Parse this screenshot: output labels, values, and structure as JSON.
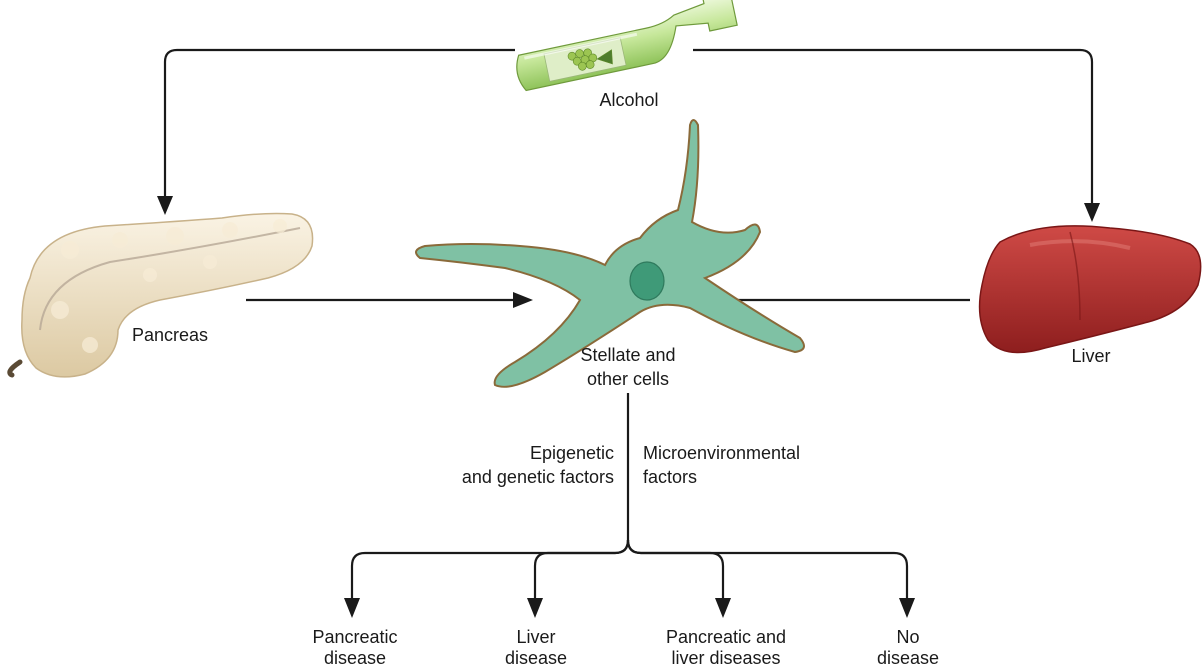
{
  "nodes": {
    "alcohol": {
      "label": "Alcohol",
      "icon": "wine-bottle-icon"
    },
    "pancreas": {
      "label": "Pancreas",
      "icon": "pancreas-icon"
    },
    "liver": {
      "label": "Liver",
      "icon": "liver-icon"
    },
    "stellate": {
      "label_lines": [
        "Stellate and",
        "other cells"
      ],
      "icon": "stellate-cell-icon"
    }
  },
  "factors": {
    "left_lines": [
      "Epigenetic",
      "and genetic factors"
    ],
    "right_lines": [
      "Microenvironmental",
      "factors"
    ]
  },
  "outcomes": [
    {
      "lines": [
        "Pancreatic",
        "disease"
      ]
    },
    {
      "lines": [
        "Liver",
        "disease"
      ]
    },
    {
      "lines": [
        "Pancreatic and",
        "liver diseases"
      ]
    },
    {
      "lines": [
        "No",
        "disease"
      ]
    }
  ],
  "colors": {
    "arrow": "#1a1a1a",
    "cell_fill": "#7fc1a4",
    "cell_outline": "#8a6a3a",
    "nucleus": "#3f9a78",
    "liver": "#b52a2a",
    "pancreas": "#eee0c3",
    "bottle": "#c6e79a"
  }
}
